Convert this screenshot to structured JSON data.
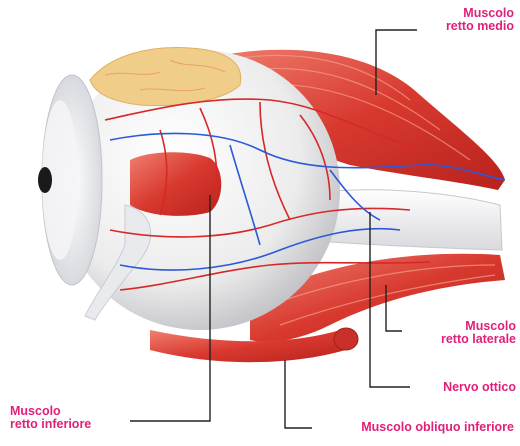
{
  "colors": {
    "label_text": "#e0207a",
    "leader_line": "#222222",
    "muscle": "#d83a32",
    "muscle_light": "#f07868",
    "sclera": "#eeeeee",
    "artery": "#d62828",
    "vein": "#2a5ad8",
    "fat": "#f1cf8a"
  },
  "labels": {
    "retto_medio": [
      "Muscolo",
      "retto medio"
    ],
    "retto_laterale": [
      "Muscolo",
      "retto laterale"
    ],
    "nervo_ottico": "Nervo ottico",
    "retto_inferiore": [
      "Muscolo",
      "retto inferiore"
    ],
    "obliquo_inferiore": "Muscolo obliquo inferiore"
  }
}
